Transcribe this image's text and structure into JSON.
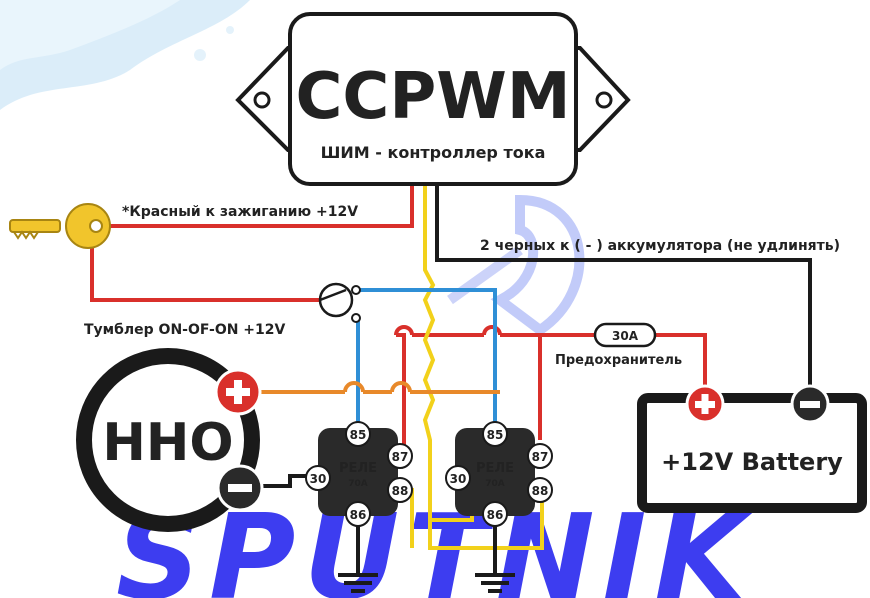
{
  "controller": {
    "title": "CCPWM",
    "subtitle": "ШИМ - контроллер тока"
  },
  "labels": {
    "ignition": "*Красный к зажиганию +12V",
    "ground_note": "2 черных к ( - ) аккумулятора (не удлинять)",
    "toggle": "Тумблер ON-OF-ON +12V",
    "fuse_value": "30A",
    "fuse_label": "Предохранитель"
  },
  "hho": {
    "label": "HHO"
  },
  "battery": {
    "label": "+12V Battery"
  },
  "relays": [
    {
      "name": "РЕЛЕ",
      "rating": "70A",
      "pins": [
        "85",
        "87",
        "88",
        "86",
        "30"
      ]
    },
    {
      "name": "РЕЛЕ",
      "rating": "70A",
      "pins": [
        "85",
        "87",
        "88",
        "86",
        "30"
      ]
    }
  ],
  "watermark": "SPUTNIK",
  "colors": {
    "red": "#d9302b",
    "black": "#1a1a1a",
    "yellow": "#f2d11b",
    "blue": "#2f8fd6",
    "orange": "#e8892a",
    "key": "#f1c52c",
    "watermark": "#3d3df0"
  },
  "icons": [
    "key-icon",
    "toggle-switch-icon",
    "ground-icon",
    "plus-icon",
    "minus-icon"
  ]
}
